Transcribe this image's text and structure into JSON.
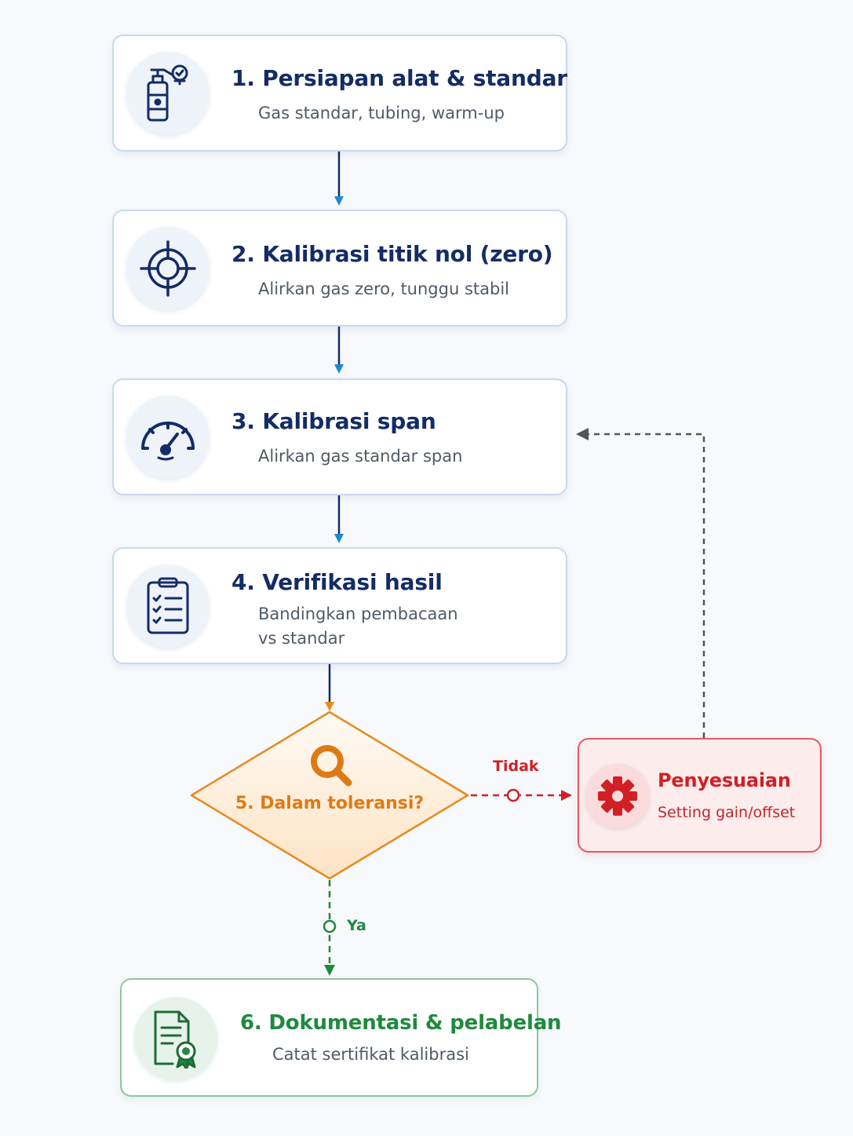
{
  "steps": [
    {
      "title": "1. Persiapan alat & standar",
      "subtitle": "Gas standar, tubing, warm-up",
      "icon": "gas-cylinder-icon"
    },
    {
      "title": "2. Kalibrasi titik nol (zero)",
      "subtitle": "Alirkan gas zero, tunggu stabil",
      "icon": "target-icon"
    },
    {
      "title": "3. Kalibrasi span",
      "subtitle": "Alirkan gas standar span",
      "icon": "gauge-icon"
    },
    {
      "title": "4. Verifikasi hasil",
      "subtitle_lines": [
        "Bandingkan pembacaan",
        "vs standar"
      ],
      "icon": "checklist-icon"
    }
  ],
  "decision": {
    "title": "5. Dalam toleransi?",
    "icon": "magnifier-icon"
  },
  "adjustment": {
    "title": "Penyesuaian",
    "subtitle": "Setting gain/offset",
    "icon": "gear-icon"
  },
  "final": {
    "title": "6. Dokumentasi & pelabelan",
    "subtitle": "Catat sertifikat kalibrasi",
    "icon": "certificate-icon"
  },
  "edges": {
    "no_label": "Tidak",
    "yes_label": "Ya"
  },
  "colors": {
    "primary": "#142c66",
    "arrow_blue": "#1e88d6",
    "decision_orange": "#de7a16",
    "error_red": "#d11f26",
    "success_green": "#1e8a3c",
    "loop_gray": "#555555"
  }
}
